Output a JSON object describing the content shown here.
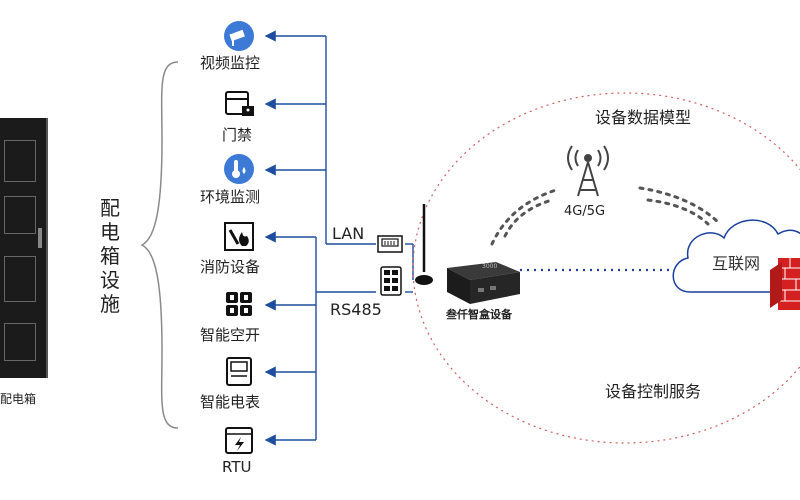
{
  "cabinet": {
    "label": "配电箱"
  },
  "group_title": {
    "chars": [
      "配",
      "电",
      "箱",
      "设",
      "施"
    ]
  },
  "devices": [
    {
      "icon": "camera-icon",
      "label": "视频监控"
    },
    {
      "icon": "door-lock-icon",
      "label": "门禁"
    },
    {
      "icon": "thermometer-icon",
      "label": "环境监测"
    },
    {
      "icon": "fire-icon",
      "label": "消防设备"
    },
    {
      "icon": "breaker-icon",
      "label": "智能空开"
    },
    {
      "icon": "meter-icon",
      "label": "智能电表"
    },
    {
      "icon": "rtu-icon",
      "label": "RTU"
    }
  ],
  "interfaces": {
    "lan": "LAN",
    "rs485": "RS485"
  },
  "gateway": {
    "label": "叁仟智盒设备",
    "logo": "3000"
  },
  "network": {
    "signal_label": "4G/5G",
    "cloud_label": "互联网"
  },
  "cloud_services": {
    "top_label": "设备数据模型",
    "bottom_label": "设备控制服务"
  },
  "colors": {
    "line": "#1f4e9e",
    "dotted": "#1f3fa0",
    "ellipse": "#d06060",
    "icon_blue": "#3d7ad6"
  }
}
